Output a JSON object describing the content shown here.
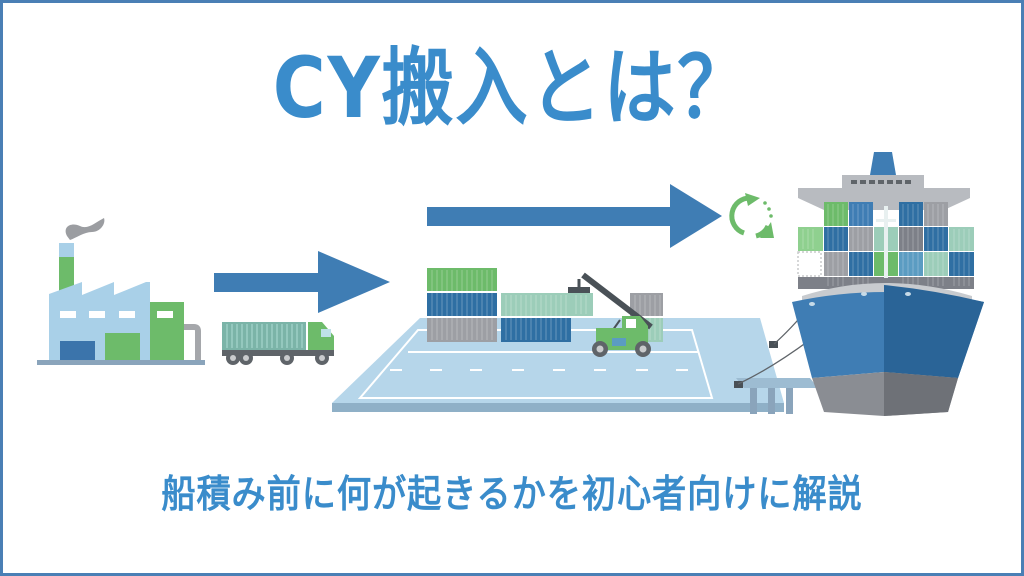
{
  "title": "CY搬入とは？",
  "subtitle": "船積み前に何が起きるかを初心者向けに解説",
  "colors": {
    "text_blue": "#3a8ccb",
    "frame_border": "#4a7fb5",
    "arrow_blue": "#3f7db4",
    "factory_light_blue": "#a9d0e8",
    "factory_green": "#6dbb6a",
    "yard_surface": "#b6d6ea",
    "ship_hull_blue": "#2f6fa3",
    "ship_hull_gray": "#7d8088",
    "recycle_green": "#6dbb6a"
  },
  "diagram": {
    "stages": [
      "factory",
      "truck",
      "container-yard",
      "ship"
    ],
    "icons": [
      "factory-icon",
      "container-truck-icon",
      "arrow-right-icon",
      "container-yard-icon",
      "reach-stacker-icon",
      "arrow-right-icon",
      "cycle-icon",
      "container-ship-icon",
      "pier-icon"
    ]
  }
}
